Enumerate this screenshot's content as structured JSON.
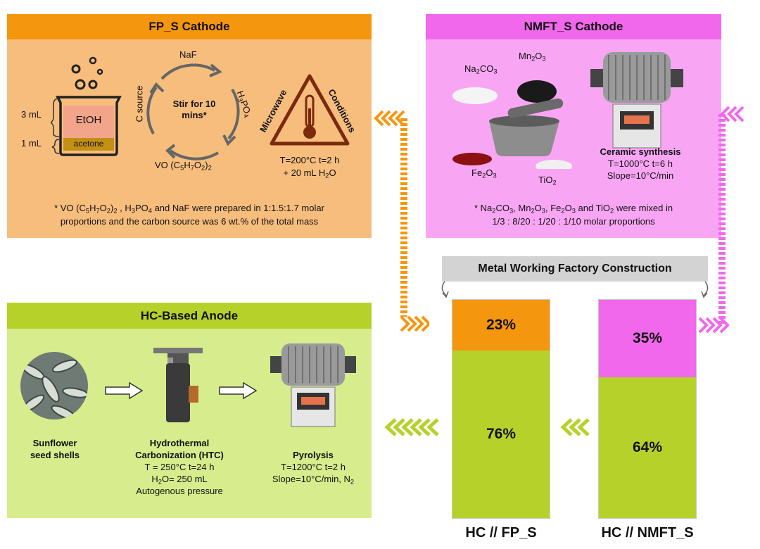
{
  "fp_panel": {
    "title": "FP_S Cathode",
    "vol_top": "3 mL",
    "vol_bottom": "1 mL",
    "beaker_liquid": "EtOH",
    "beaker_bottom": "acetone",
    "cycle_center": "Stir for 10 mins*",
    "cycle_top": "NaF",
    "cycle_left": "C source",
    "cycle_bottom": "VO (C5H7O2)2",
    "cycle_right": "H3PO4",
    "mw_left": "Microwave",
    "mw_right": "Conditions",
    "cond_line1": "T=200°C  t=2 h",
    "cond_line2": "+ 20 mL H2O",
    "note_line1": "* VO (C5H7O2)2 , H3PO4 and NaF were prepared in 1:1.5:1.7 molar",
    "note_line2": "proportions and the carbon source was 6 wt.% of the total mass"
  },
  "nmft_panel": {
    "title": "NMFT_S Cathode",
    "reagent_1": "Na2CO3",
    "reagent_2": "Mn2O3",
    "reagent_3": "Fe2O3",
    "reagent_4": "TiO2",
    "synth_title": "Ceramic synthesis",
    "synth_line1": "T=1000°C  t=6 h",
    "synth_line2": "Slope=10°C/min",
    "note_line1": "* Na2CO3, Mn2O3, Fe2O3 and TiO2 were mixed in",
    "note_line2": "1/3 : 8/20 : 1/20 : 1/10 molar proportions"
  },
  "hc_panel": {
    "title": "HC-Based Anode",
    "step1_line1": "Sunflower",
    "step1_line2": "seed shells",
    "step2_title1": "Hydrothermal",
    "step2_title2": "Carbonization (HTC)",
    "step2_line1": "T = 250°C  t=24 h",
    "step2_line2": "H2O= 250 mL",
    "step2_line3": "Autogenous pressure",
    "step3_title": "Pyrolysis",
    "step3_line1": "T=1200°C  t=2 h",
    "step3_line2": "Slope=10°C/min, N2"
  },
  "factory_label": "Metal Working Factory Construction",
  "bars": [
    {
      "label": "HC // FP_S",
      "top_value": 23,
      "top_label": "23%",
      "bottom_value": 76,
      "bottom_label": "76%",
      "top_color": "#f5960f",
      "bottom_color": "#b6d22a"
    },
    {
      "label": "HC // NMFT_S",
      "top_value": 35,
      "top_label": "35%",
      "bottom_value": 64,
      "bottom_label": "64%",
      "top_color": "#f268ec",
      "bottom_color": "#b6d22a"
    }
  ],
  "colors": {
    "fp_header": "#f5960f",
    "fp_body": "#f7bd7d",
    "nmft_header": "#f268ec",
    "nmft_body": "#f8a6f4",
    "hc_header": "#b6d22a",
    "hc_body": "#d7ec8c"
  }
}
